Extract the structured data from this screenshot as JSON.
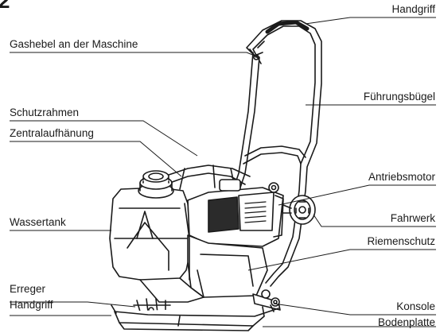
{
  "figure": {
    "number": "2"
  },
  "labels_left": {
    "gashebel": "Gashebel an der Maschine",
    "schutzrahmen": "Schutzrahmen",
    "zentralaufhaengung": "Zentralaufhänung",
    "wassertank": "Wassertank",
    "erreger": "Erreger",
    "handgriff": "Handgriff"
  },
  "labels_right": {
    "handgriff": "Handgriff",
    "fuehrungsbuegel": "Führungsbügel",
    "antriebsmotor": "Antriebsmotor",
    "fahrwerk": "Fahrwerk",
    "riemenschutz": "Riemenschutz",
    "konsole": "Konsole",
    "bodenplatte": "Bodenplatte"
  },
  "colors": {
    "ink": "#1a1a1a",
    "tank_fill": "#ffffff",
    "engine_shade": "#2b2b2b"
  }
}
